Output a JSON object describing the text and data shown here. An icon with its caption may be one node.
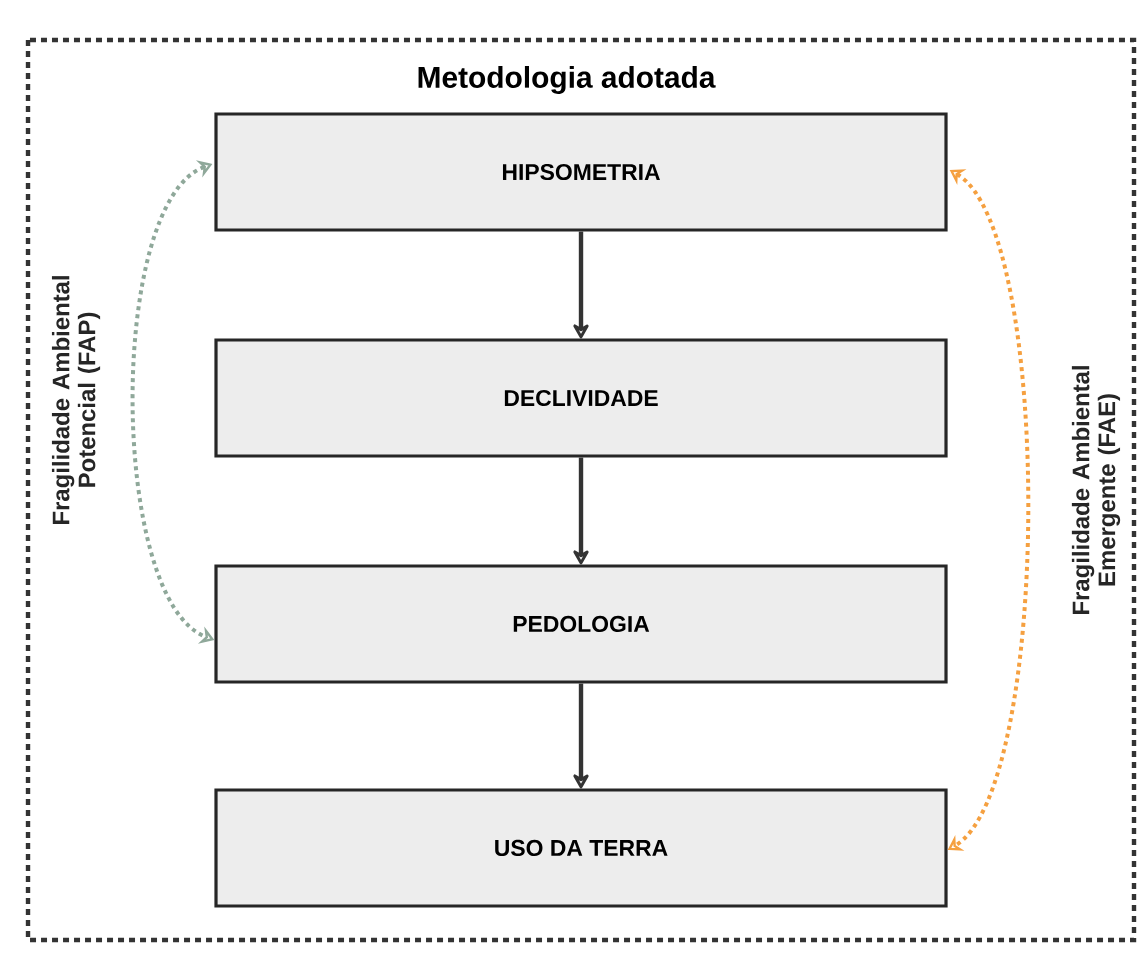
{
  "diagram": {
    "title": "Metodologia adotada",
    "nodes": [
      {
        "text": [
          "HIPSOMETRIA"
        ]
      },
      {
        "text": [
          "DECLIVIDADE"
        ]
      },
      {
        "text": [
          "PEDOLOGIA"
        ]
      },
      {
        "text": [
          "USO DA TERRA"
        ]
      }
    ],
    "edges": [
      {
        "from": 0,
        "to": 1,
        "arrow": "to"
      },
      {
        "from": 1,
        "to": 2,
        "arrow": "to"
      },
      {
        "from": 2,
        "to": 3,
        "arrow": "to"
      },
      {
        "from": 0,
        "to": 2,
        "arrow": "both",
        "style": "dashed",
        "color": "#8fa89a",
        "label": "Fragilidade Ambiental Potencial (FAP)"
      },
      {
        "from": 0,
        "to": 3,
        "arrow": "both",
        "style": "dashed",
        "color": "#f5a040",
        "label": "Fragilidade Ambiental Emergente (FAE)"
      }
    ]
  }
}
